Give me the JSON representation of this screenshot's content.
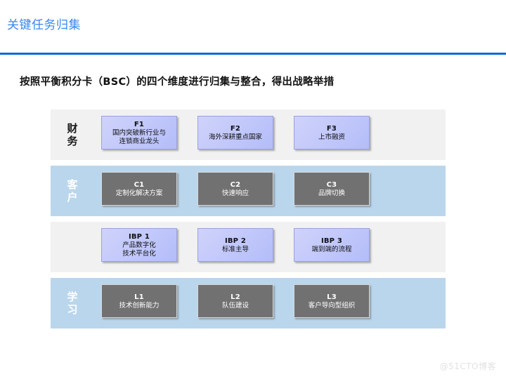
{
  "header": {
    "title": "关键任务归集",
    "title_color": "#3787ee",
    "rule_color": "#1068e0"
  },
  "subtitle": "按照平衡积分卡（BSC）的四个维度进行归集与整合，得出战略举措",
  "matrix": {
    "rows": [
      {
        "label": "财\n务",
        "tone": "gray",
        "band_color": "#f1f1f1",
        "card_style": "violet",
        "cards": [
          {
            "code": "F1",
            "desc": "国内突破新行业与\n连锁商业龙头"
          },
          {
            "code": "F2",
            "desc": "海外深耕重点国家"
          },
          {
            "code": "F3",
            "desc": "上市融资"
          }
        ]
      },
      {
        "label": "客\n户",
        "tone": "blue",
        "band_color": "#bad6ec",
        "card_style": "gray",
        "cards": [
          {
            "code": "C1",
            "desc": "定制化解决方案"
          },
          {
            "code": "C2",
            "desc": "快速响应"
          },
          {
            "code": "C3",
            "desc": "品牌切换"
          }
        ]
      },
      {
        "label": "",
        "tone": "gray",
        "band_color": "#f1f1f1",
        "card_style": "violet",
        "cards": [
          {
            "code": "IBP 1",
            "desc": "产品数字化\n技术平台化"
          },
          {
            "code": "IBP 2",
            "desc": "标准主导"
          },
          {
            "code": "IBP 3",
            "desc": "端到端的流程"
          }
        ]
      },
      {
        "label": "学\n习",
        "tone": "blue",
        "band_color": "#bad6ec",
        "card_style": "gray",
        "cards": [
          {
            "code": "L1",
            "desc": "技术创新能力"
          },
          {
            "code": "L2",
            "desc": "队伍建设"
          },
          {
            "code": "L3",
            "desc": "客户导向型组织"
          }
        ]
      }
    ]
  },
  "watermark": "@51CTO博客"
}
